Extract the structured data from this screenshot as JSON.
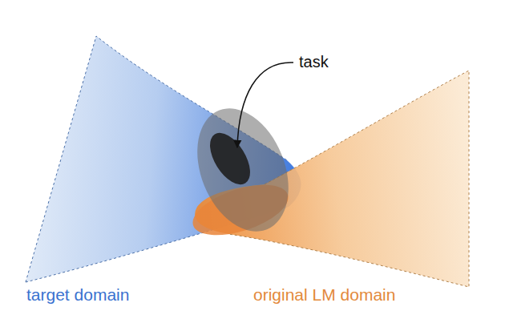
{
  "diagram": {
    "labels": [
      "task",
      "target domain",
      "original LM domain"
    ]
  }
}
